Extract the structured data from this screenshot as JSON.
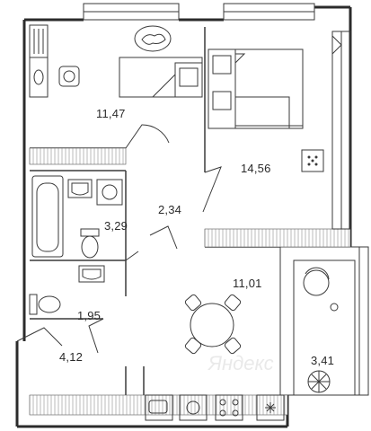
{
  "plan": {
    "rooms": [
      {
        "id": "room-11-47",
        "area": "11,47"
      },
      {
        "id": "room-14-56",
        "area": "14,56"
      },
      {
        "id": "room-2-34",
        "area": "2,34"
      },
      {
        "id": "room-3-29",
        "area": "3,29"
      },
      {
        "id": "room-11-01",
        "area": "11,01"
      },
      {
        "id": "room-1-95",
        "area": "1,95"
      },
      {
        "id": "room-4-12",
        "area": "4,12"
      },
      {
        "id": "room-3-41",
        "area": "3,41"
      }
    ],
    "watermark": "Яндекс",
    "colors": {
      "wall": "#2b2b2b",
      "accent": "#e9e9e9",
      "line": "#4a4a4a"
    }
  }
}
